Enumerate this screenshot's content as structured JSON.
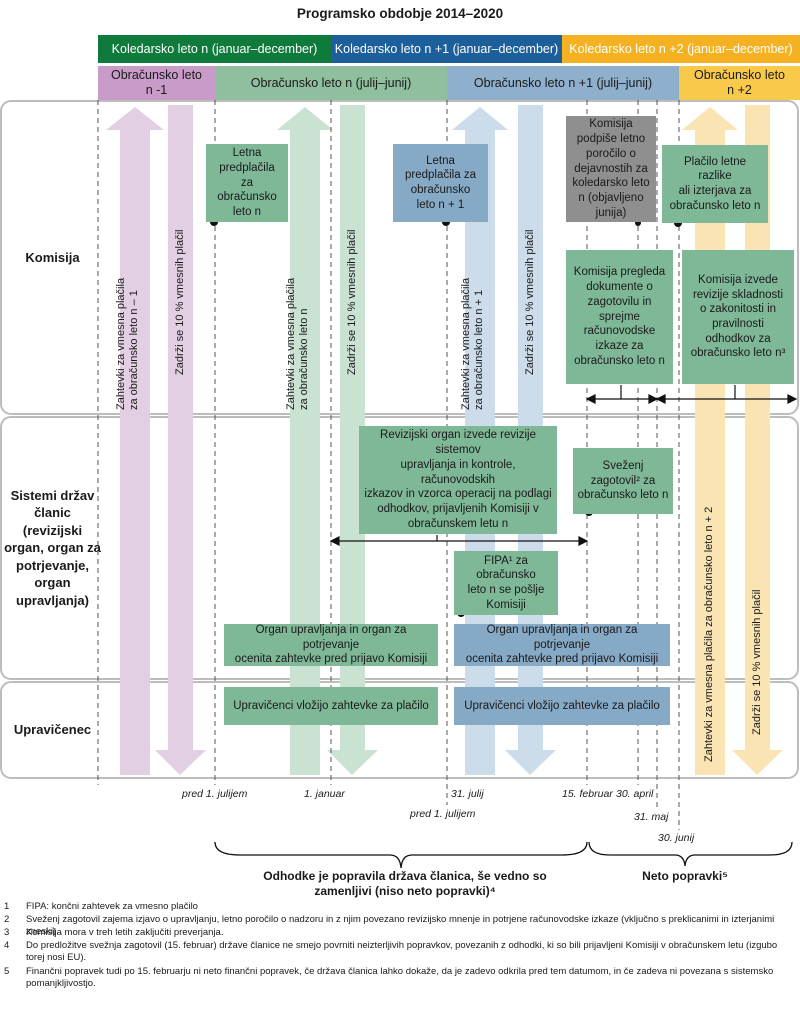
{
  "title": "Programsko obdobje 2014–2020",
  "colors": {
    "dark_green": "#0e7a3b",
    "dark_blue": "#1c5f9a",
    "orange": "#f4b223",
    "box_green": "#7fb897",
    "box_blue": "#86a9c6",
    "box_grey": "#8f8f8f",
    "arrow_pink": "#e3cfe3",
    "arrow_green": "#c9e2d2",
    "arrow_blue": "#ccdcea",
    "arrow_orange": "#fbe4b4"
  },
  "calendar_years": [
    "Koledarsko leto n (januar–december)",
    "Koledarsko leto n +1 (januar–december)",
    "Koledarsko leto n +2 (januar–december)"
  ],
  "accounting_years": [
    "Obračunsko leto\nn -1",
    "Obračunsko leto n (julij–junij)",
    "Obračunsko leto n +1 (julij–junij)",
    "Obračunsko leto\nn +2"
  ],
  "rows": {
    "commission": "Komisija",
    "member_states": "Sistemi držav\nčlanic\n(revizijski\norgan, organ za\npotrjevanje,\norgan\nupravljanja)",
    "beneficiary": "Upravičenec"
  },
  "arrows": {
    "interim_n_minus_1": "Zahtevki za vmesna plačila\nza obračunsko leto n – 1",
    "retain_1": "Zadrži se 10 % vmesnih plačil",
    "interim_n": "Zahtevki za vmesna plačila\nza obračunsko leto n",
    "retain_2": "Zadrži se 10 % vmesnih plačil",
    "interim_n_plus_1": "Zahtevki za vmesna plačila\nza obračunsko leto n + 1",
    "retain_3": "Zadrži se 10 % vmesnih plačil",
    "interim_n_plus_2": "Zahtevki za vmesna plačila za obračunsko leto n + 2",
    "retain_4": "Zadrži se 10 % vmesnih plačil"
  },
  "boxes": {
    "prefinancing_n": "Letna\npredplačila\nza\nobračunsko\nleto n",
    "prefinancing_n1": "Letna\npredplačila za\nobračunsko\nleto n + 1",
    "commission_signs": "Komisija\npodpiše letno\nporočilo o\ndejavnostih za\nkoledarsko leto\nn (objavljeno\njunija)",
    "payment_balance": "Plačilo letne razlike\nali izterjava za\nobračunsko leto n",
    "commission_reviews": "Komisija pregleda\ndokumente o\nzagotovilu in\nsprejme\nračunovodske\nizkaze za\nobračunsko leto n",
    "commission_audits": "Komisija izvede\nrevizije skladnosti\no zakonitosti in\npravilnosti\nodhodkov za\nobračunsko leto n³",
    "audit_authority": "Revizijski organ izvede revizije sistemov\nupravljanja in kontrole, računovodskih\nizkazov in vzorca operacij na podlagi\nodhodkov, prijavljenih Komisiji v\nobračunskem letu n",
    "assurance_package": "Sveženj\nzagotovil² za\nobračunsko leto n",
    "fipa": "FIPA¹ za obračunsko\nleto n se pošlje\nKomisiji",
    "managing_authority_1": "Organ upravljanja in organ za potrjevanje\nocenita zahtevke pred prijavo Komisiji",
    "managing_authority_2": "Organ upravljanja in organ za potrjevanje\nocenita zahtevke pred prijavo Komisiji",
    "beneficiaries_1": "Upravičenci vložijo zahtevke za plačilo",
    "beneficiaries_2": "Upravičenci vložijo zahtevke za plačilo"
  },
  "dates": {
    "before_july_1a": "pred 1. julijem",
    "january_1": "1. januar",
    "july_31": "31. julij",
    "february_15": "15. februar",
    "april_30": "30. april",
    "before_july_1b": "pred 1. julijem",
    "may_31": "31. maj",
    "june_30": "30. junij"
  },
  "braces": {
    "corrected": "Odhodke je popravila država članica, še vedno so\nzamenljivi (niso neto popravki)⁴",
    "net": "Neto popravki⁵"
  },
  "footnotes": [
    {
      "n": "1",
      "text": "FIPA: končni zahtevek za vmesno plačilo"
    },
    {
      "n": "2",
      "text": "Sveženj zagotovil zajema izjavo o upravljanju, letno poročilo o nadzoru in z njim povezano revizijsko mnenje in potrjene računovodske izkaze (vključno s preklicanimi in izterjanimi zneski)."
    },
    {
      "n": "3",
      "text": "Komisija mora v treh letih zaključiti preverjanja."
    },
    {
      "n": "4",
      "text": "Do predložitve svežnja zagotovil (15. februar) države članice ne smejo povrniti neizterljivih popravkov, povezanih z odhodki, ki so bili prijavljeni Komisiji v obračunskem letu (izgubo torej nosi EU)."
    },
    {
      "n": "5",
      "text": "Finančni popravek tudi po 15. februarju ni neto finančni popravek, če država članica lahko dokaže, da je zadevo odkrila pred tem datumom, in če zadeva ni povezana s sistemsko pomanjkljivostjo."
    }
  ]
}
